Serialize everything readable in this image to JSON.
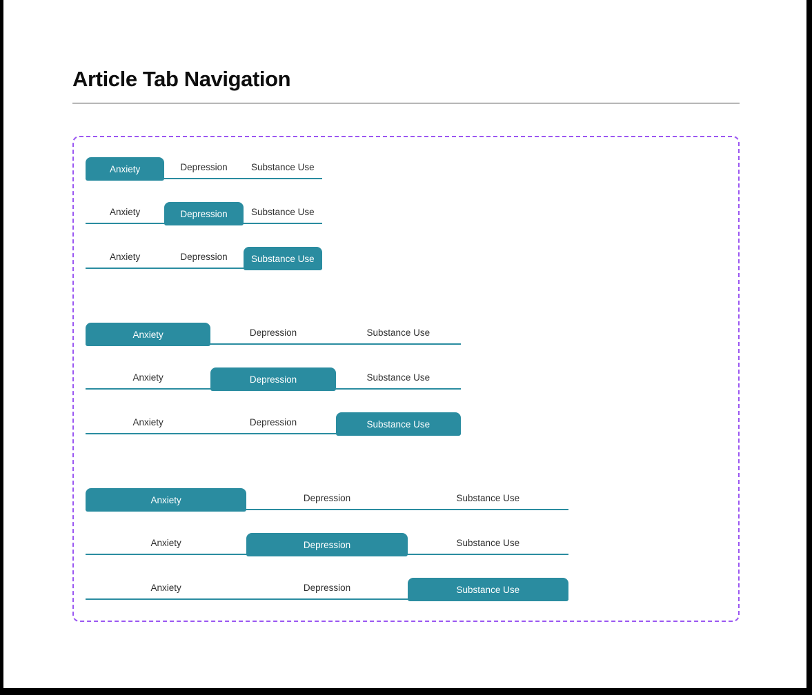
{
  "page": {
    "title": "Article Tab Navigation"
  },
  "colors": {
    "accent_teal": "#2a8ca0",
    "container_border_purple": "#9b57f2",
    "inactive_tab_text": "#2f2f2f",
    "active_tab_text": "#ffffff",
    "page_background": "#ffffff",
    "frame": "#000000"
  },
  "tabs": {
    "labels": [
      "Anxiety",
      "Depression",
      "Substance Use"
    ]
  },
  "groups": [
    {
      "size": "small",
      "rows": [
        {
          "active": "Anxiety"
        },
        {
          "active": "Depression"
        },
        {
          "active": "Substance Use"
        }
      ]
    },
    {
      "size": "medium",
      "rows": [
        {
          "active": "Anxiety"
        },
        {
          "active": "Depression"
        },
        {
          "active": "Substance Use"
        }
      ]
    },
    {
      "size": "large",
      "rows": [
        {
          "active": "Anxiety"
        },
        {
          "active": "Depression"
        },
        {
          "active": "Substance Use"
        }
      ]
    }
  ]
}
